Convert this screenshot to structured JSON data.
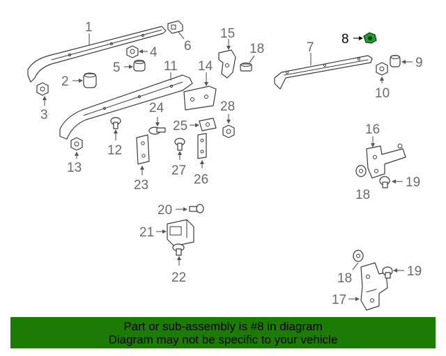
{
  "highlight": {
    "part_number": "8",
    "color": "#1f9a34"
  },
  "banner": {
    "line1": "Part or sub-assembly is #8 in diagram",
    "line2": "Diagram may not be specific to your vehicle",
    "background": "#1d7a05"
  },
  "callouts": {
    "c1": "1",
    "c2": "2",
    "c3": "3",
    "c4": "4",
    "c5": "5",
    "c6": "6",
    "c7": "7",
    "c8": "8",
    "c9": "9",
    "c10": "10",
    "c11": "11",
    "c12": "12",
    "c13": "13",
    "c14": "14",
    "c15": "15",
    "c16": "16",
    "c17": "17",
    "c18a": "18",
    "c18b": "18",
    "c18c": "18",
    "c19a": "19",
    "c19b": "19",
    "c20": "20",
    "c21": "21",
    "c22": "22",
    "c23": "23",
    "c24": "24",
    "c25": "25",
    "c26": "26",
    "c27": "27",
    "c28": "28"
  }
}
